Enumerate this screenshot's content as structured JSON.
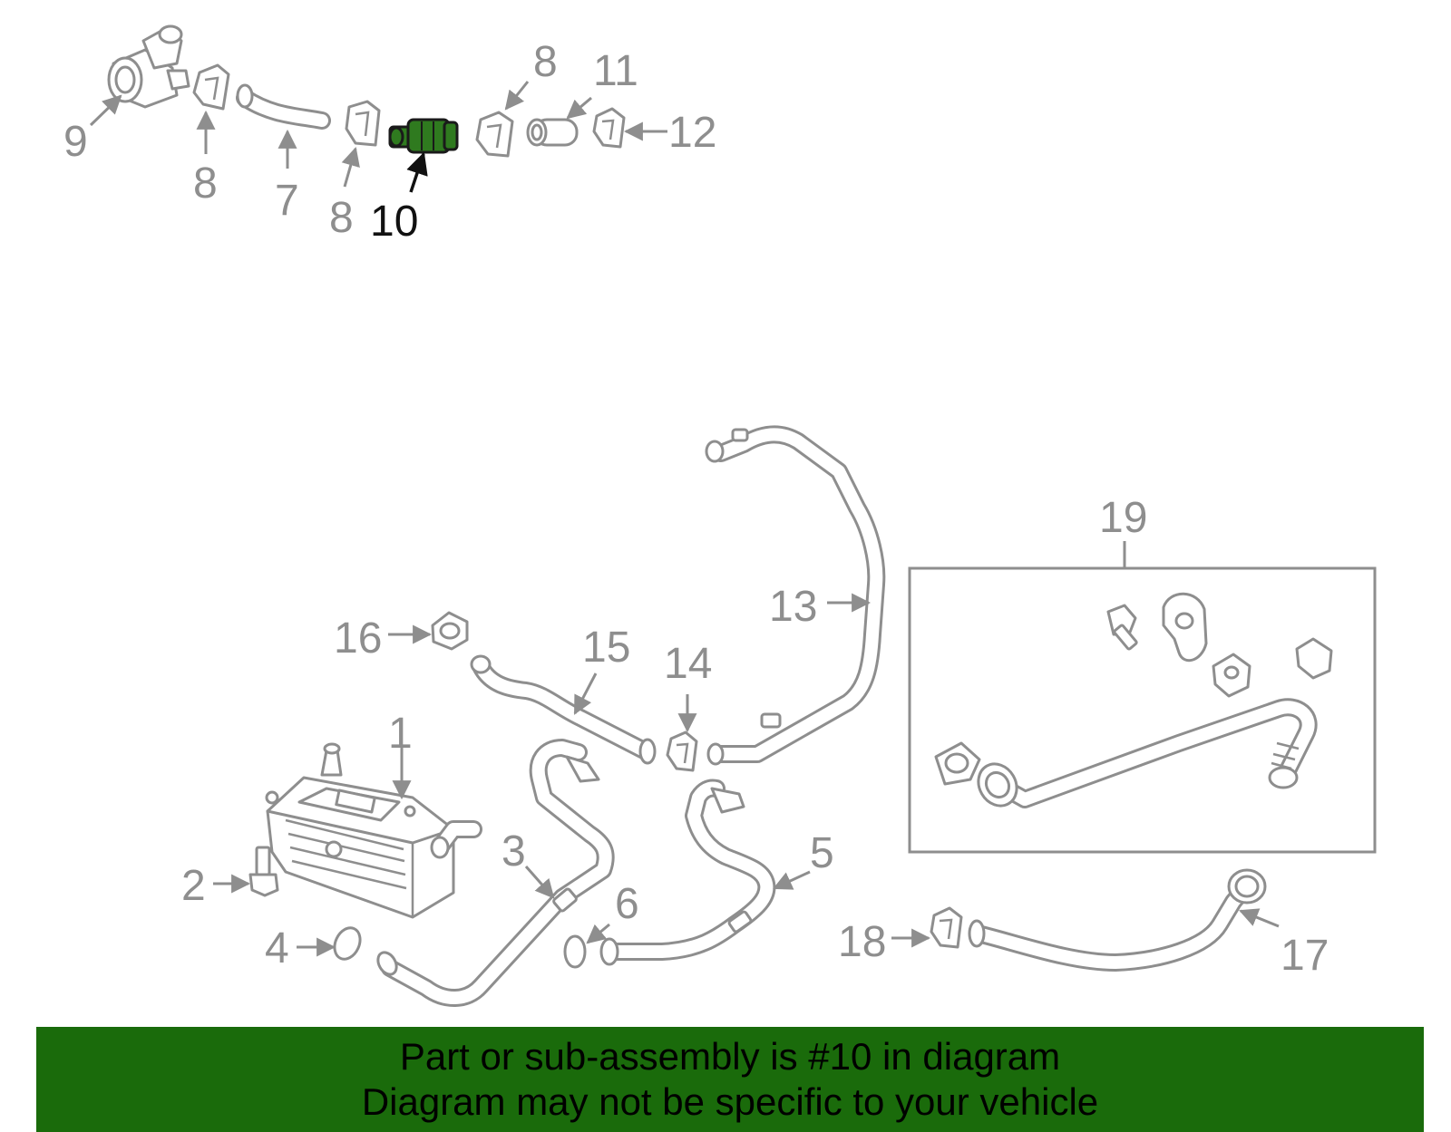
{
  "colors": {
    "line": "#8e8e8e",
    "highlight_part": "#2f7a1f",
    "banner_bg": "#1a6b0b",
    "banner_text": "#000000"
  },
  "callouts": {
    "n1": "1",
    "n2": "2",
    "n3": "3",
    "n4": "4",
    "n5": "5",
    "n6": "6",
    "n7": "7",
    "n8a": "8",
    "n8b": "8",
    "n8c": "8",
    "n9": "9",
    "n10": "10",
    "n11": "11",
    "n12": "12",
    "n13": "13",
    "n14": "14",
    "n15": "15",
    "n16": "16",
    "n17": "17",
    "n18": "18",
    "n19": "19"
  },
  "highlighted_part": "10",
  "banner": {
    "line1": "Part or sub-assembly is #10 in diagram",
    "line2": "Diagram may not be specific to your vehicle"
  }
}
